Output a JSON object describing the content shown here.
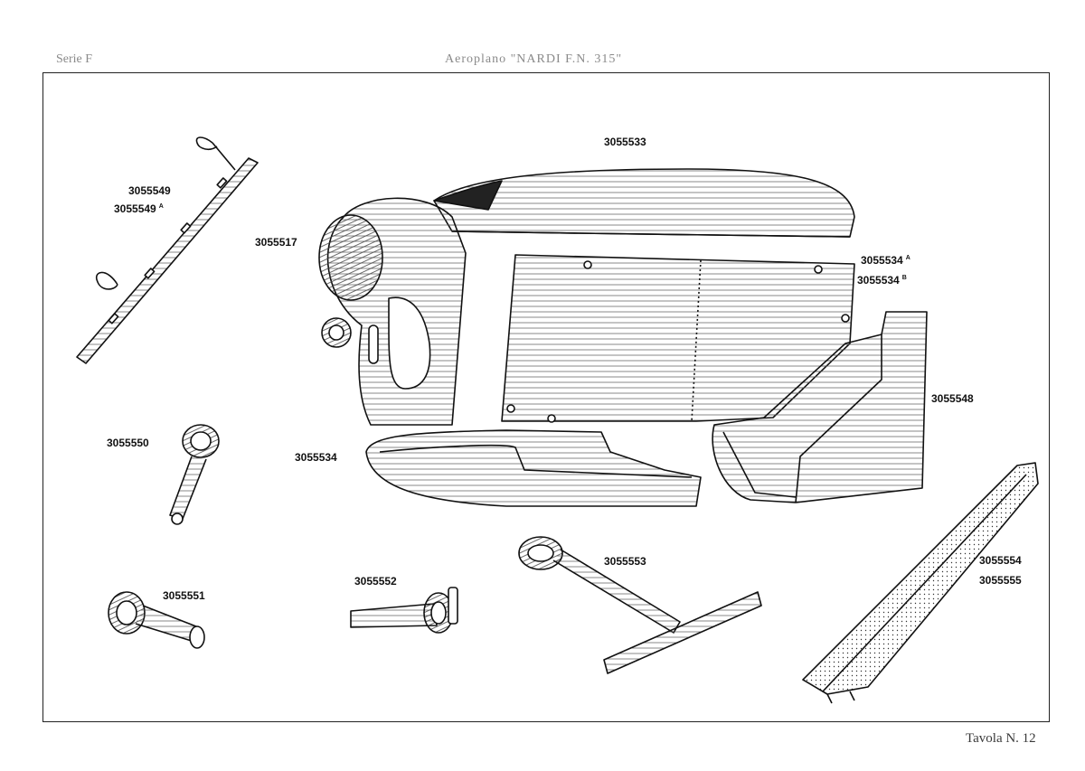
{
  "header": {
    "series": "Serie F",
    "title": "Aeroplano \"NARDI F.N. 315\""
  },
  "footer": {
    "plate": "Tavola N. 12"
  },
  "parts": [
    {
      "id": "p3055533",
      "number": "3055533",
      "suffix": ""
    },
    {
      "id": "p3055549",
      "number": "3055549",
      "suffix": ""
    },
    {
      "id": "p3055549a",
      "number": "3055549",
      "suffix": "A"
    },
    {
      "id": "p3055517",
      "number": "3055517",
      "suffix": ""
    },
    {
      "id": "p3055534a",
      "number": "3055534",
      "suffix": "A"
    },
    {
      "id": "p3055534b",
      "number": "3055534",
      "suffix": "B"
    },
    {
      "id": "p3055548",
      "number": "3055548",
      "suffix": ""
    },
    {
      "id": "p3055550",
      "number": "3055550",
      "suffix": ""
    },
    {
      "id": "p3055534",
      "number": "3055534",
      "suffix": ""
    },
    {
      "id": "p3055553",
      "number": "3055553",
      "suffix": ""
    },
    {
      "id": "p3055552",
      "number": "3055552",
      "suffix": ""
    },
    {
      "id": "p3055551",
      "number": "3055551",
      "suffix": ""
    },
    {
      "id": "p3055554",
      "number": "3055554",
      "suffix": ""
    },
    {
      "id": "p3055555",
      "number": "3055555",
      "suffix": ""
    }
  ]
}
